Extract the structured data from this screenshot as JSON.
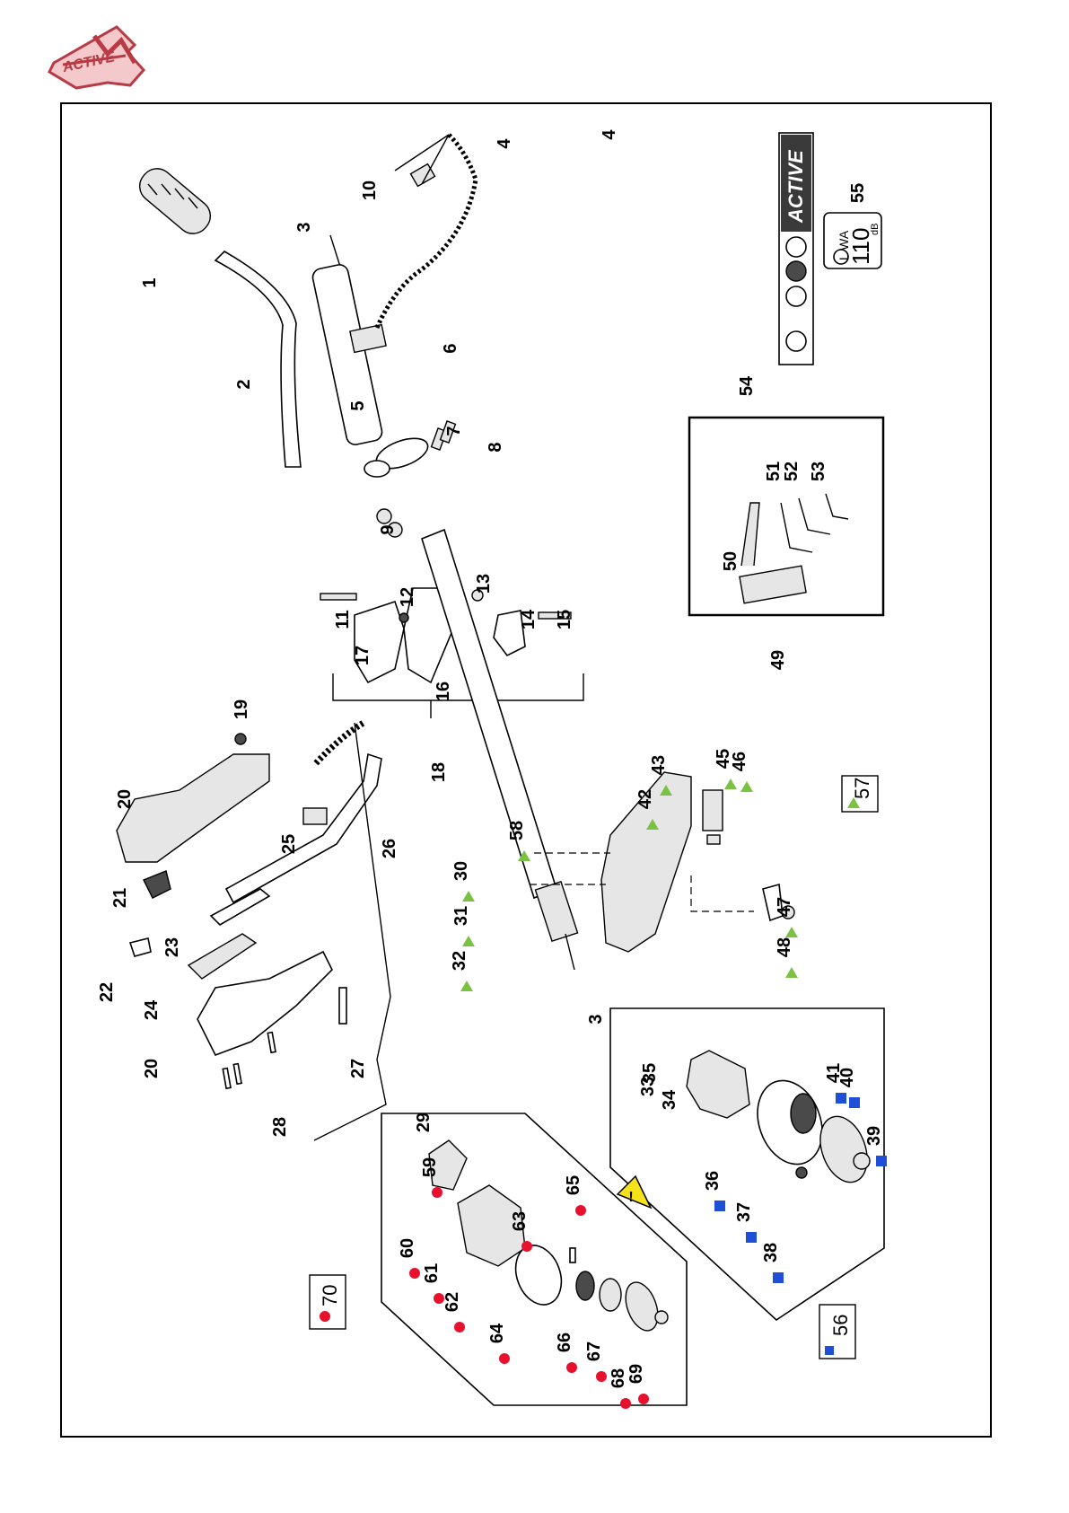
{
  "brand": {
    "logo_text": "ACTIVE",
    "logo_icon": "active-brand-logo",
    "colors": {
      "logo": "#b83a44",
      "green": "#7cc242",
      "red": "#e8112d",
      "blue": "#1f4fd6"
    }
  },
  "labels": {
    "lwa_label": "L WA",
    "lwa_value": "110",
    "lwa_unit": "dB",
    "sticker_brand": "ACTIVE"
  },
  "callouts": [
    "1",
    "2",
    "3",
    "4",
    "5",
    "6",
    "7",
    "8",
    "9",
    "10",
    "11",
    "12",
    "13",
    "14",
    "15",
    "16",
    "17",
    "18",
    "19",
    "20",
    "20",
    "21",
    "22",
    "23",
    "24",
    "25",
    "26",
    "27",
    "28",
    "29",
    "30",
    "31",
    "32",
    "3",
    "4",
    "33",
    "34",
    "35",
    "36",
    "37",
    "38",
    "39",
    "40",
    "41",
    "42",
    "43",
    "45",
    "46",
    "47",
    "48",
    "49",
    "50",
    "51",
    "52",
    "53",
    "54",
    "55",
    "56",
    "57",
    "58",
    "59",
    "60",
    "61",
    "62",
    "63",
    "64",
    "65",
    "66",
    "67",
    "68",
    "69",
    "70"
  ],
  "kits": {
    "green": {
      "label": "57",
      "marker": "triangle",
      "members": [
        "30",
        "31",
        "32",
        "42",
        "43",
        "45",
        "46",
        "47",
        "48",
        "58"
      ]
    },
    "blue": {
      "label": "56",
      "marker": "square",
      "members": [
        "36",
        "37",
        "38",
        "39",
        "40",
        "41"
      ]
    },
    "red": {
      "label": "70",
      "marker": "circle",
      "members": [
        "59",
        "60",
        "61",
        "62",
        "63",
        "64",
        "65",
        "66",
        "67",
        "68",
        "69"
      ]
    }
  },
  "warning_icon": "warning-triangle-icon"
}
